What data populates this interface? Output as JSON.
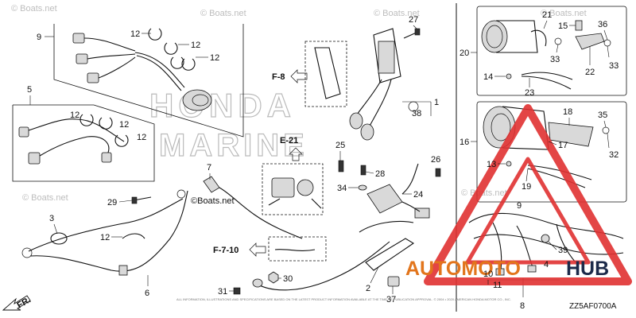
{
  "watermarks": {
    "boats_net": "© Boats.net",
    "boats_net_center": "©Boats.net",
    "honda_marine": [
      "HONDA",
      "MARINE"
    ],
    "automotohub": {
      "left": "AUTOMOTO",
      "right": "HUB",
      "color_left": "#e2751c",
      "color_right": "#1c2a4a",
      "triangle_color": "#e03131"
    }
  },
  "section_refs": {
    "f8": "F-8",
    "e21": "E-21",
    "f710": "F-7-10"
  },
  "part_numbers": {
    "p1": "1",
    "p2": "2",
    "p3": "3",
    "p4": "4",
    "p5": "5",
    "p6": "6",
    "p7": "7",
    "p8": "8",
    "p9": "9",
    "p10": "10",
    "p11": "11",
    "p12a": "12",
    "p12b": "12",
    "p12c": "12",
    "p12d": "12",
    "p12e": "12",
    "p12f": "12",
    "p12g": "12",
    "p13": "13",
    "p14": "14",
    "p15": "15",
    "p16": "16",
    "p17": "17",
    "p18": "18",
    "p19": "19",
    "p20": "20",
    "p21": "21",
    "p22": "22",
    "p23": "23",
    "p24": "24",
    "p25": "25",
    "p26": "26",
    "p27": "27",
    "p28": "28",
    "p29": "29",
    "p30": "30",
    "p31": "31",
    "p32": "32",
    "p33a": "33",
    "p33b": "33",
    "p34": "34",
    "p35": "35",
    "p36": "36",
    "p37": "37",
    "p38": "38",
    "p39": "39"
  },
  "front_indicator": "FR.",
  "diagram_code": "ZZ5AF0700A",
  "copyright_text": "ALL INFORMATION, ILLUSTRATIONS AND SPECIFICATIONS ARE BASED ON THE LATEST PRODUCT INFORMATION AVAILABLE AT THE TIME OF PUBLICATION APPROVAL. © 2004 • 2020 AMERICAN HONDA MOTOR CO., INC."
}
